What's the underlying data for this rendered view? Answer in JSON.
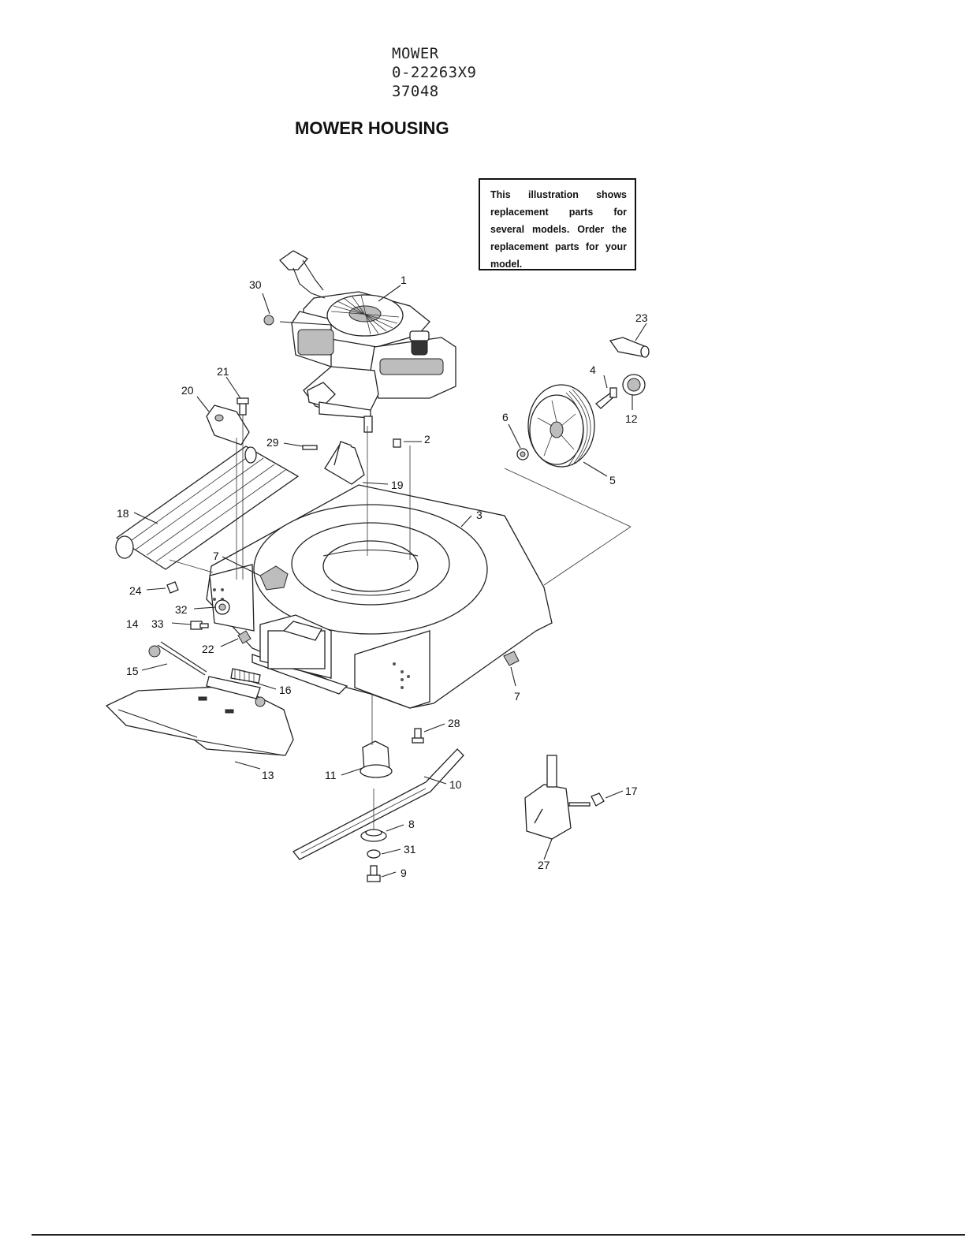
{
  "header": {
    "line1": "MOWER",
    "line2": "0-22263X9",
    "line3": "37048"
  },
  "title": "MOWER HOUSING",
  "notice": "This illustration shows replacement parts for several models. Order the replacement parts for your model.",
  "callouts": {
    "p1": "1",
    "p2": "2",
    "p3": "3",
    "p4": "4",
    "p5": "5",
    "p6": "6",
    "p7a": "7",
    "p7b": "7",
    "p8": "8",
    "p9": "9",
    "p10": "10",
    "p11": "11",
    "p12": "12",
    "p13": "13",
    "p14": "14",
    "p15": "15",
    "p16": "16",
    "p17": "17",
    "p18": "18",
    "p19": "19",
    "p20": "20",
    "p21": "21",
    "p22": "22",
    "p23": "23",
    "p24": "24",
    "p27": "27",
    "p28": "28",
    "p29": "29",
    "p30": "30",
    "p31": "31",
    "p32": "32",
    "p33": "33"
  }
}
